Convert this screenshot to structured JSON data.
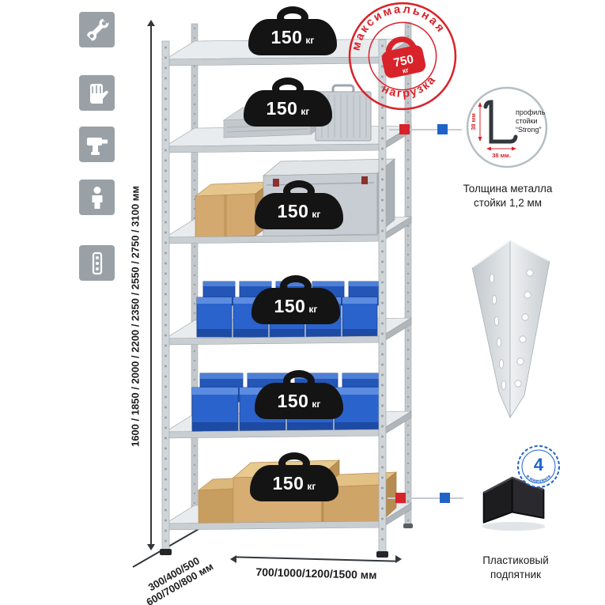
{
  "icons": {
    "names": [
      "wrench",
      "gloves",
      "drill",
      "person",
      "perforated-strip"
    ]
  },
  "dimensions": {
    "height": "1600 / 1850 / 2000 / 2200 / 2350 / 2550 / 2750 / 3100 мм",
    "depth_line1": "300/400/500",
    "depth_line2": "600/700/800 мм",
    "width": "700/1000/1200/1500 мм"
  },
  "shelf_badge": {
    "value": "150",
    "unit": "кг",
    "count": 6
  },
  "stamp": {
    "arc_top": "максимальная",
    "arc_bottom": "нагрузка",
    "weight_value": "750",
    "weight_unit": "кг"
  },
  "profile_detail": {
    "line1": "профиль",
    "line2": "стойки",
    "line3": "“Strong”",
    "dim_vertical": "38 мм",
    "dim_horizontal": "38 мм.",
    "caption1": "Толщина металла",
    "caption2": "стойки 1,2 мм"
  },
  "foot": {
    "number": "4",
    "ring_text": "в комплекте",
    "caption1": "Пластиковый",
    "caption2": "подпятник"
  },
  "colors": {
    "accent_red": "#d8232a",
    "accent_blue": "#1f63c8",
    "bin_blue": "#2b63cc",
    "tile_gray": "#99a1a7"
  }
}
